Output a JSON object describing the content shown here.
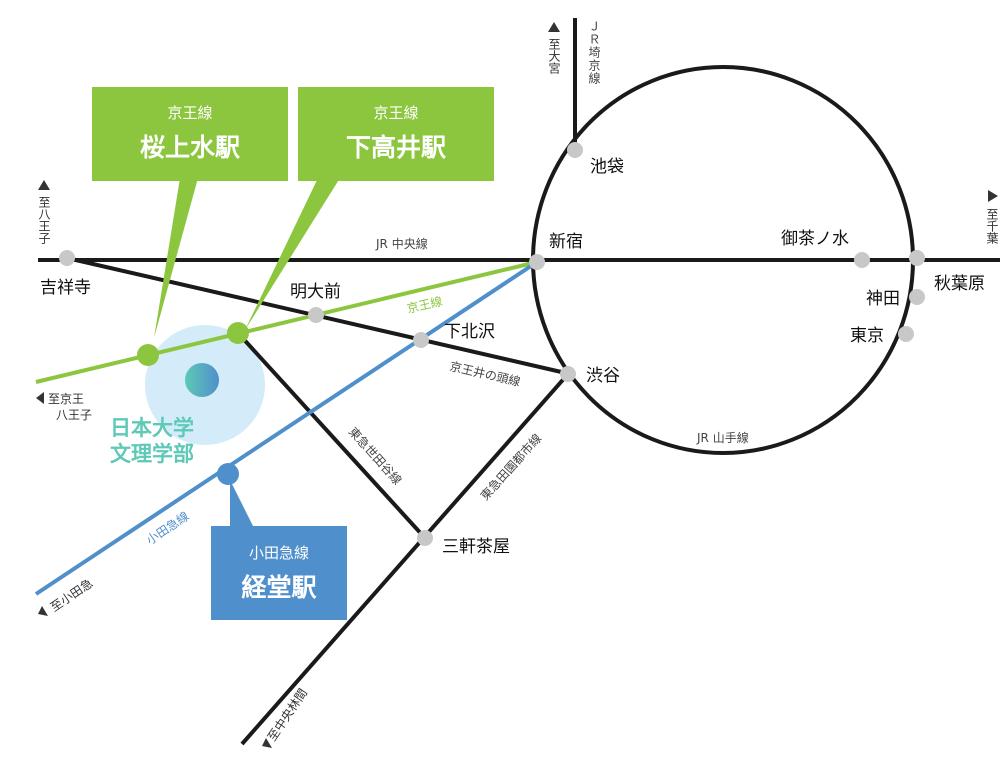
{
  "colors": {
    "jr": "#1a1a1a",
    "keio": "#8cc63f",
    "odakyu": "#4f8fcb",
    "station_dot": "#c8c8c8",
    "campus_circle": "#d4ecf9",
    "university_text": "#5ec9b6"
  },
  "stations": {
    "ikebukuro": "池袋",
    "shinjuku": "新宿",
    "shibuya": "渋谷",
    "ochanomizu": "御茶ノ水",
    "akihabara": "秋葉原",
    "kanda": "神田",
    "tokyo": "東京",
    "kichijoji": "吉祥寺",
    "meidaimae": "明大前",
    "shimokitazawa": "下北沢",
    "sangenjaya": "三軒茶屋"
  },
  "lines": {
    "jr_chuo": "JR 中央線",
    "keio": "京王線",
    "keio_inokashira": "京王井の頭線",
    "jr_yamanote": "JR 山手線",
    "odakyu": "小田急線",
    "tokyu_setagaya": "東急世田谷線",
    "tokyu_denentoshi": "東急田園都市線",
    "jr_saikyo": "ＪＲ埼京線"
  },
  "directions": {
    "to_omiya": "至大宮",
    "to_hachioji": "至八王子",
    "to_chiba": "至千葉",
    "to_keio_hachioji_1": "至京王",
    "to_keio_hachioji_2": "八王子",
    "to_odakyu": "至小田急",
    "to_chuorinkan": "至中央林間"
  },
  "callouts": {
    "sakurajosui": {
      "line": "京王線",
      "station": "桜上水駅"
    },
    "shimotakaido": {
      "line": "京王線",
      "station": "下高井駅"
    },
    "kyodo": {
      "line": "小田急線",
      "station": "経堂駅"
    }
  },
  "university": {
    "line1": "日本大学",
    "line2": "文理学部"
  }
}
